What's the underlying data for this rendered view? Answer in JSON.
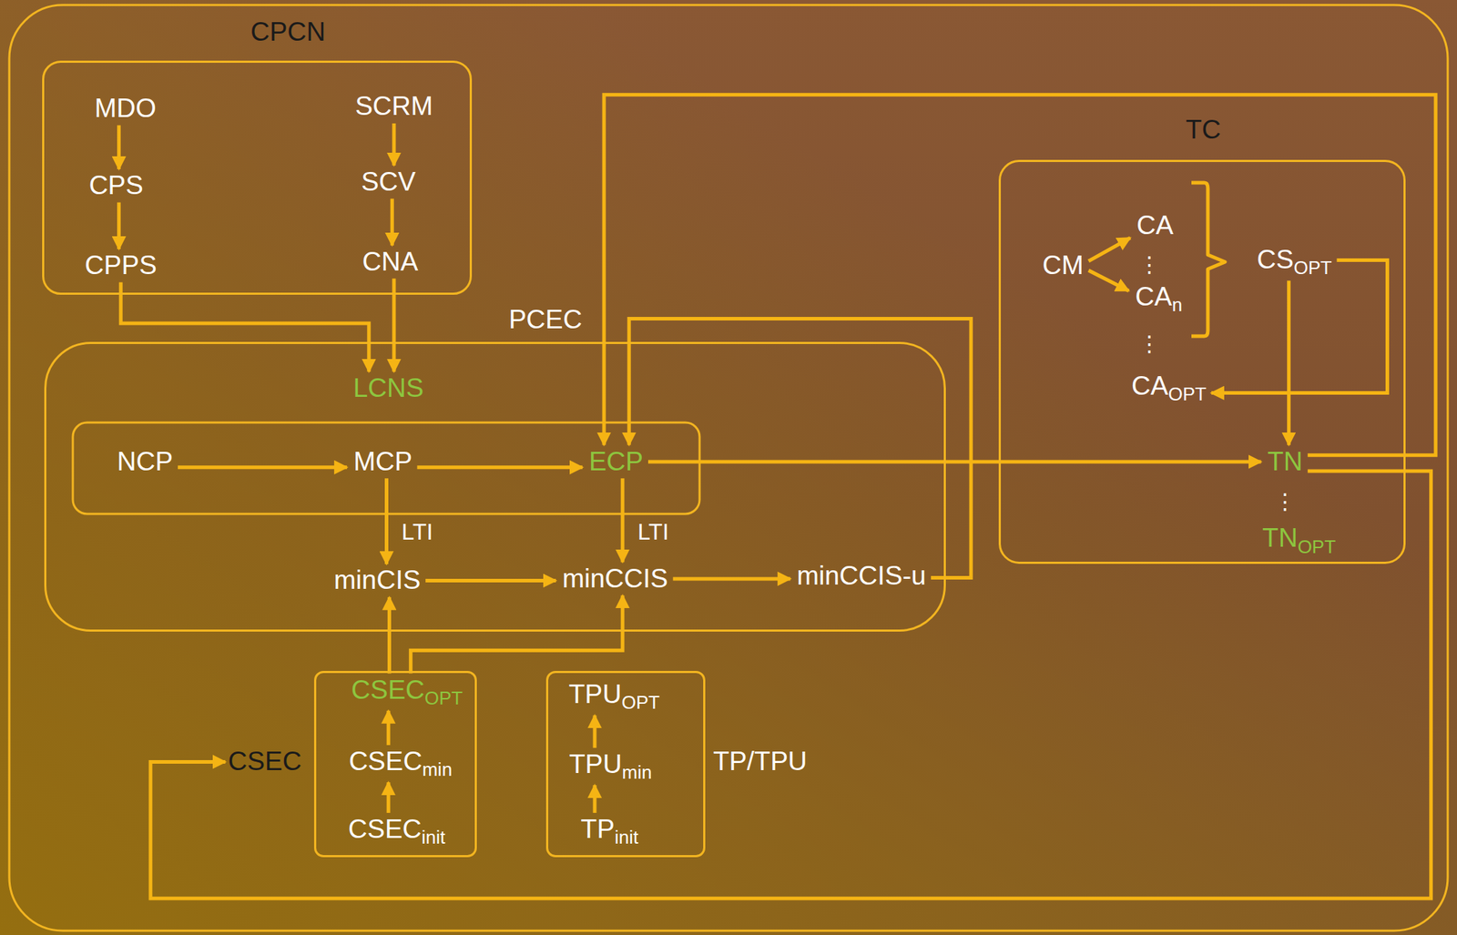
{
  "diagram": {
    "nodes": [
      {
        "text": [
          "CPCN"
        ]
      },
      {
        "text": [
          "MDO"
        ],
        "in": 0
      },
      {
        "text": [
          "CPS"
        ],
        "in": 0
      },
      {
        "text": [
          "CPPS"
        ],
        "in": 0
      },
      {
        "text": [
          "SCRM"
        ],
        "in": 0
      },
      {
        "text": [
          "SCV"
        ],
        "in": 0
      },
      {
        "text": [
          "CNA"
        ],
        "in": 0
      },
      {
        "text": [
          "PCEC"
        ]
      },
      {
        "text": [
          "LCNS"
        ],
        "in": 7
      },
      {
        "text": [
          "NCP"
        ],
        "in": 7
      },
      {
        "text": [
          "MCP"
        ],
        "in": 7
      },
      {
        "text": [
          "ECP"
        ],
        "in": 7
      },
      {
        "text": [
          "minCIS"
        ],
        "in": 7
      },
      {
        "text": [
          "minCCIS"
        ],
        "in": 7
      },
      {
        "text": [
          "minCCIS-u"
        ],
        "in": 7
      },
      {
        "text": [
          "TC"
        ]
      },
      {
        "text": [
          "CM"
        ],
        "in": 15
      },
      {
        "text": [
          "CA"
        ],
        "in": 15
      },
      {
        "text": [
          "CA",
          "n"
        ],
        "in": 15
      },
      {
        "text": [
          "CS",
          "OPT"
        ],
        "in": 15
      },
      {
        "text": [
          "CA",
          "OPT"
        ],
        "in": 15
      },
      {
        "text": [
          "TN"
        ],
        "in": 15
      },
      {
        "text": [
          "TN",
          "OPT"
        ],
        "in": 15
      },
      {
        "text": [
          "CSEC"
        ]
      },
      {
        "text": [
          "CSEC",
          "OPT"
        ],
        "in": 23
      },
      {
        "text": [
          "CSEC",
          "min"
        ],
        "in": 23
      },
      {
        "text": [
          "CSEC",
          "init"
        ],
        "in": 23
      },
      {
        "text": [
          "TP/TPU"
        ]
      },
      {
        "text": [
          "TPU",
          "OPT"
        ],
        "in": 27
      },
      {
        "text": [
          "TPU",
          "min"
        ],
        "in": 27
      },
      {
        "text": [
          "TP",
          "init"
        ],
        "in": 27
      }
    ],
    "edges": [
      {
        "from": 1,
        "to": 2,
        "arrow": "to"
      },
      {
        "from": 2,
        "to": 3,
        "arrow": "to"
      },
      {
        "from": 4,
        "to": 5,
        "arrow": "to"
      },
      {
        "from": 5,
        "to": 6,
        "arrow": "to"
      },
      {
        "from": 3,
        "to": 8,
        "arrow": "to"
      },
      {
        "from": 6,
        "to": 8,
        "arrow": "to"
      },
      {
        "from": 9,
        "to": 10,
        "arrow": "to"
      },
      {
        "from": 10,
        "to": 11,
        "arrow": "to"
      },
      {
        "from": 10,
        "to": 12,
        "label": "LTI",
        "arrow": "to"
      },
      {
        "from": 11,
        "to": 13,
        "label": "LTI",
        "arrow": "to"
      },
      {
        "from": 12,
        "to": 13,
        "arrow": "to"
      },
      {
        "from": 13,
        "to": 14,
        "arrow": "to"
      },
      {
        "from": 14,
        "to": 11,
        "arrow": "to"
      },
      {
        "from": 21,
        "to": 11,
        "arrow": "to"
      },
      {
        "from": 11,
        "to": 21,
        "arrow": "to"
      },
      {
        "from": 21,
        "to": 23,
        "arrow": "to"
      },
      {
        "from": 24,
        "to": 12,
        "arrow": "to"
      },
      {
        "from": 24,
        "to": 13,
        "arrow": "to"
      },
      {
        "from": 26,
        "to": 25,
        "arrow": "to"
      },
      {
        "from": 25,
        "to": 24,
        "arrow": "to"
      },
      {
        "from": 30,
        "to": 29,
        "arrow": "to"
      },
      {
        "from": 29,
        "to": 28,
        "arrow": "to"
      },
      {
        "from": 16,
        "to": 17,
        "arrow": "to"
      },
      {
        "from": 16,
        "to": 18,
        "arrow": "to"
      },
      {
        "from": 19,
        "to": 20,
        "arrow": "to"
      },
      {
        "from": 19,
        "to": 21,
        "arrow": "to"
      }
    ],
    "labels": [
      "⋮",
      "⋮",
      "⋮"
    ]
  }
}
